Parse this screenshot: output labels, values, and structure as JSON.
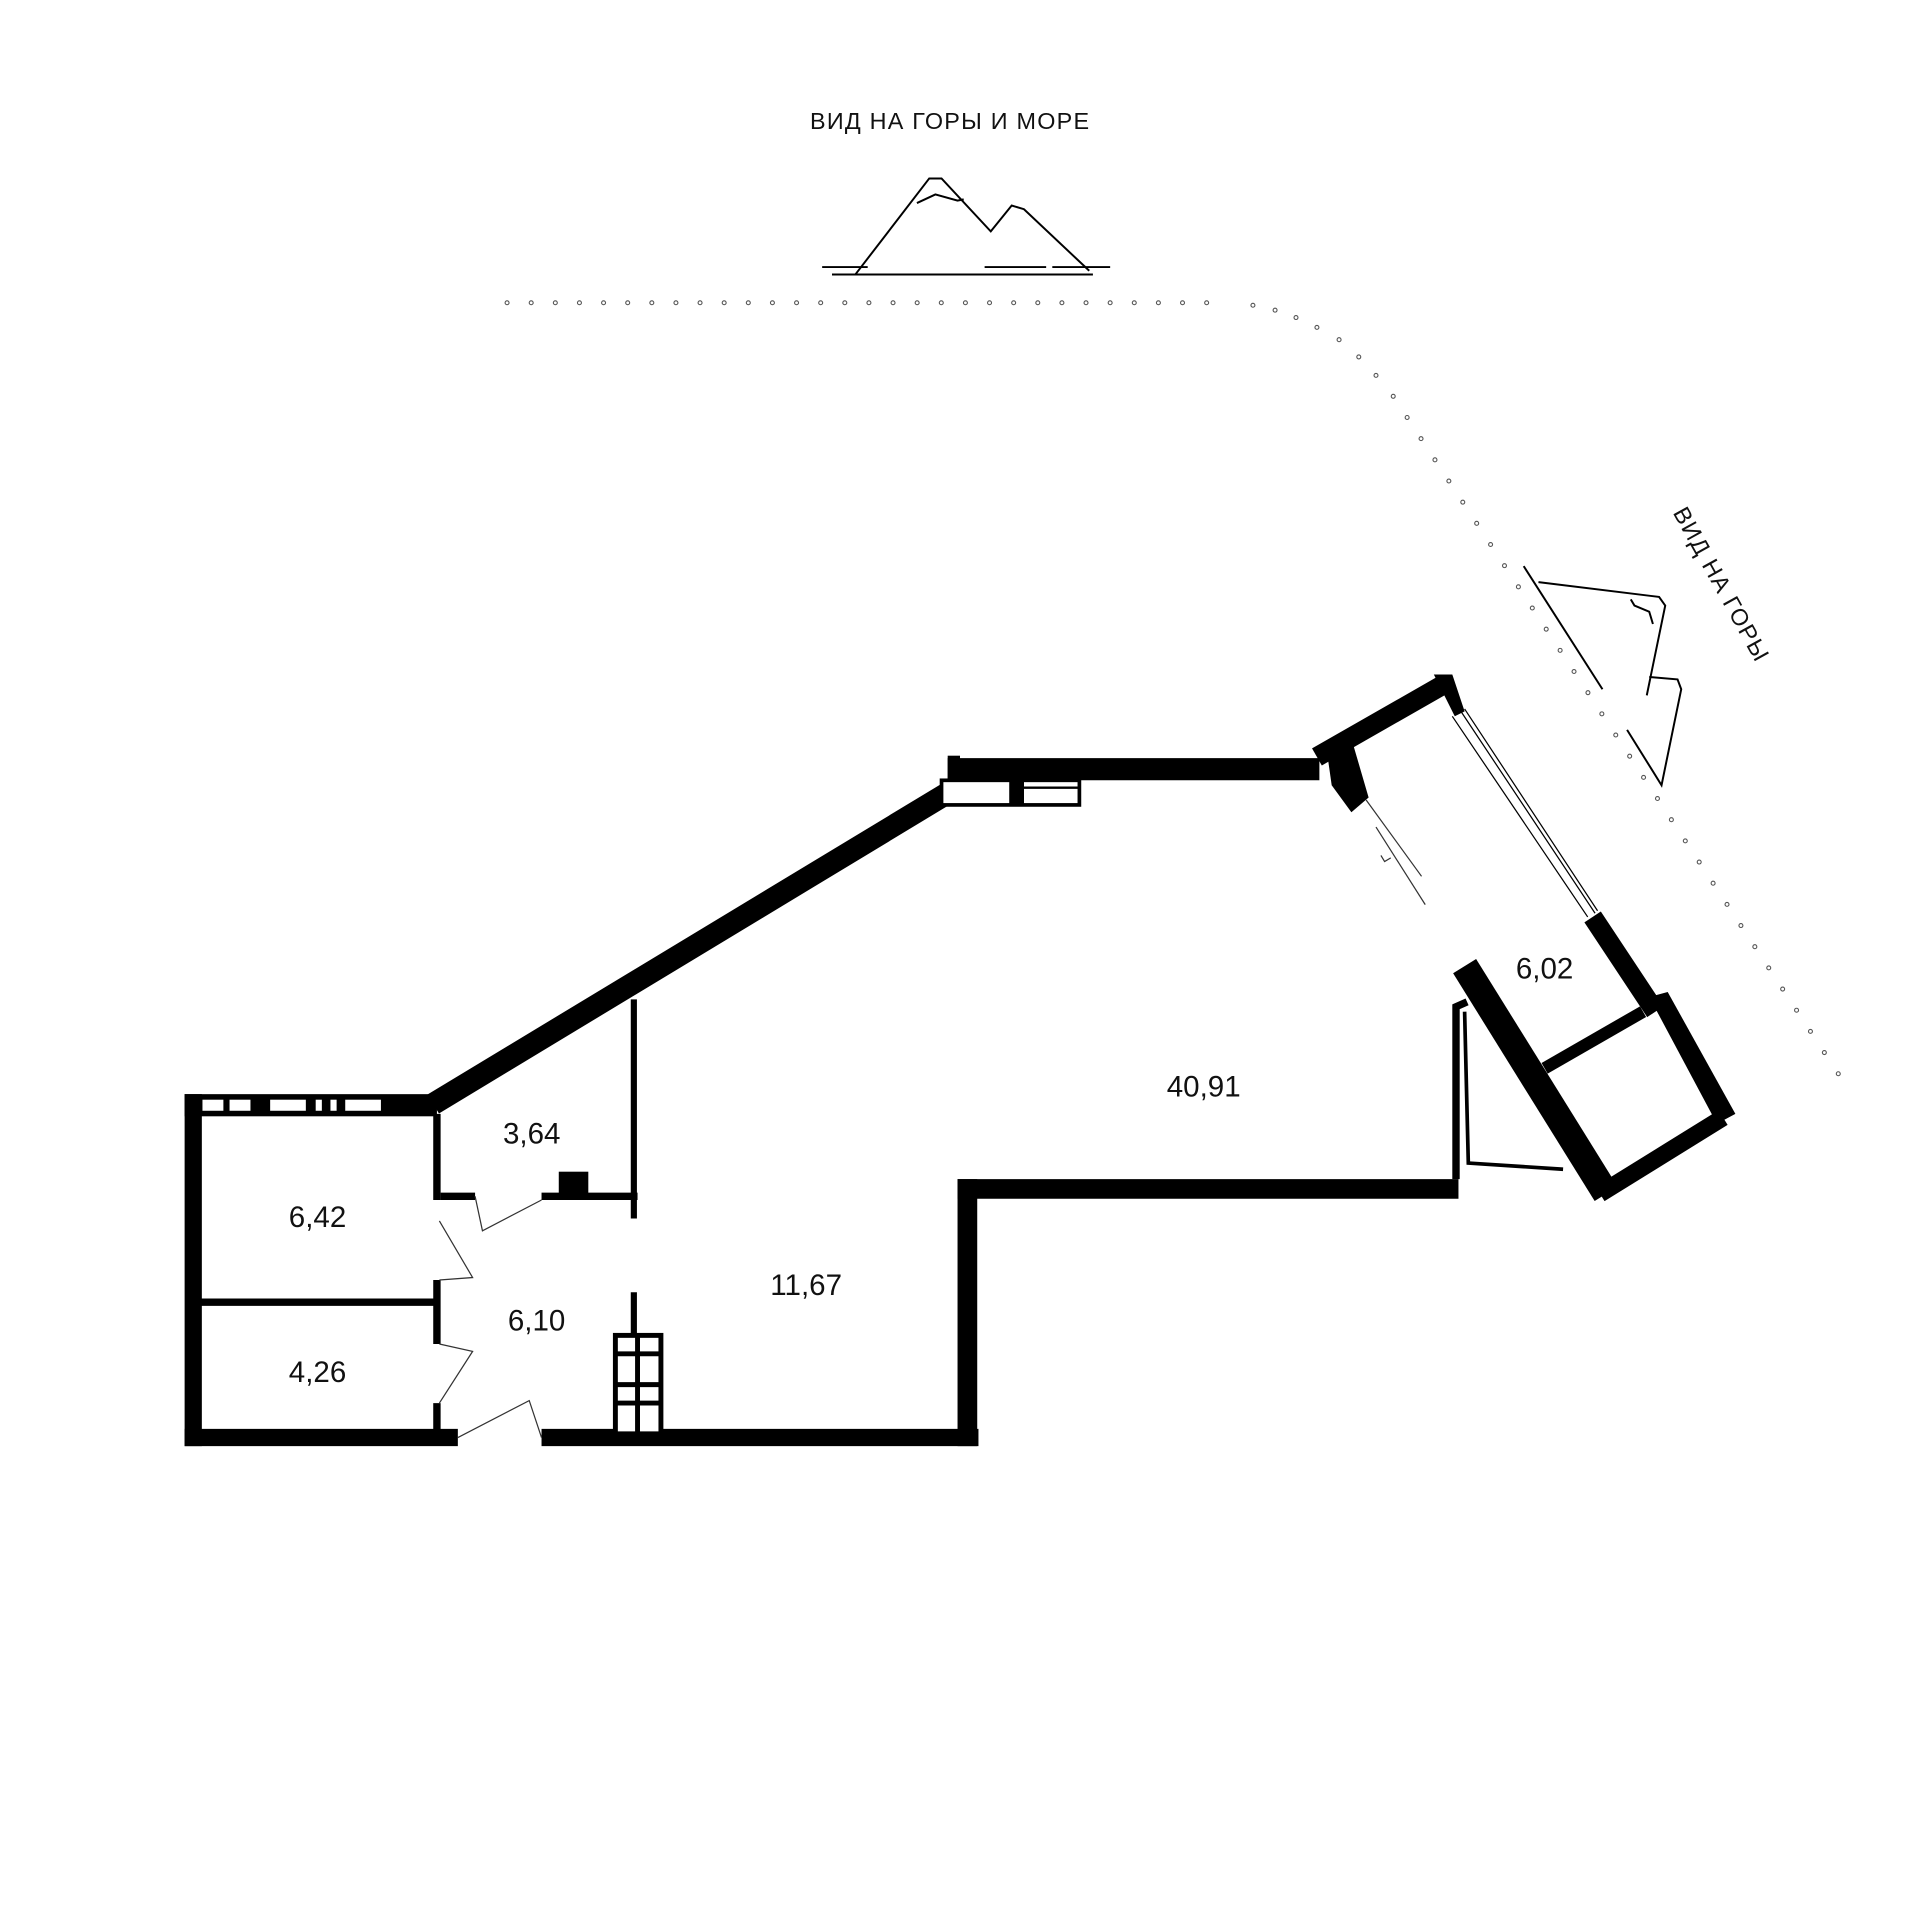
{
  "views": {
    "top": "ВИД НА ГОРЫ И МОРЕ",
    "right": "ВИД НА ГОРЫ"
  },
  "rooms": [
    {
      "id": "storage",
      "area": "3,64"
    },
    {
      "id": "room-a",
      "area": "6,42"
    },
    {
      "id": "hall",
      "area": "6,10"
    },
    {
      "id": "room-b",
      "area": "4,26"
    },
    {
      "id": "corridor",
      "area": "11,67"
    },
    {
      "id": "living",
      "area": "40,91"
    },
    {
      "id": "balcony",
      "area": "6,02"
    }
  ],
  "colors": {
    "wall": "#000000",
    "dots": "#555555"
  }
}
